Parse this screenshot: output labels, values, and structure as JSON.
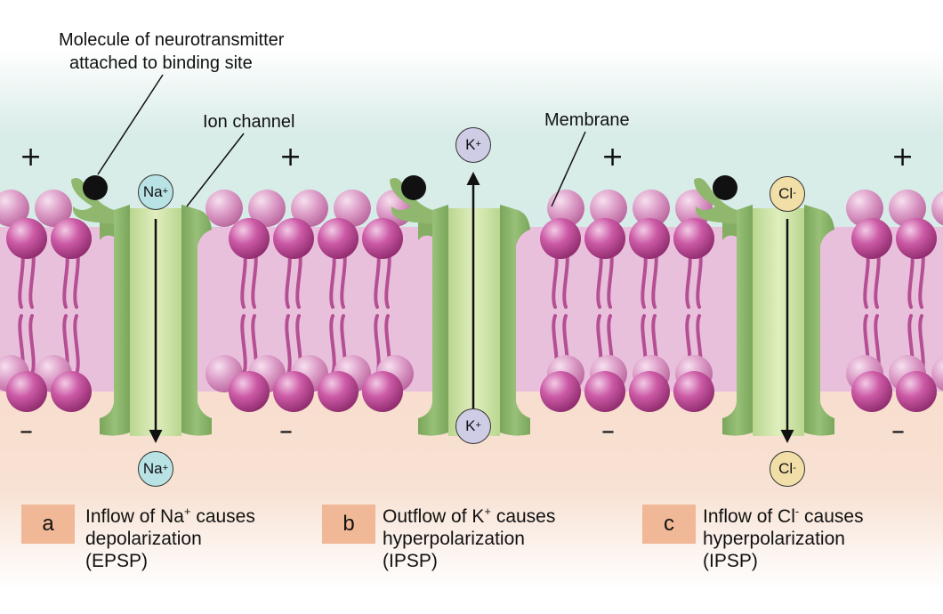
{
  "labels": {
    "neurotransmitter_line1": "Molecule of neurotransmitter",
    "neurotransmitter_line2": "attached to binding site",
    "ion_channel": "Ion channel",
    "membrane": "Membrane"
  },
  "signs": {
    "plus": "+",
    "minus": "–"
  },
  "ions": {
    "na": {
      "symbol": "Na",
      "charge": "+"
    },
    "k": {
      "symbol": "K",
      "charge": "+"
    },
    "cl": {
      "symbol": "Cl",
      "charge": "-"
    }
  },
  "panels": [
    {
      "letter": "a",
      "line1_pre": "Inflow of Na",
      "line1_sup": "+",
      "line1_post": " causes",
      "line2": "depolarization",
      "line3": "(EPSP)"
    },
    {
      "letter": "b",
      "line1_pre": "Outflow of K",
      "line1_sup": "+",
      "line1_post": " causes",
      "line2": "hyperpolarization",
      "line3": "(IPSP)"
    },
    {
      "letter": "c",
      "line1_pre": "Inflow of Cl",
      "line1_sup": "-",
      "line1_post": " causes",
      "line2": "hyperpolarization",
      "line3": "(IPSP)"
    }
  ],
  "colors": {
    "extracellular": "#d7ece8",
    "intracellular": "#f7dccb",
    "lipid_head": "#b43f8c",
    "lipid_head_highlight": "#f1c6e3",
    "lipid_tail": "#b54f93",
    "membrane_core": "#e7bcd9",
    "channel_outer": "#8fb86e",
    "channel_inner": "#cfe3a6",
    "label_badge": "#f0b896"
  }
}
